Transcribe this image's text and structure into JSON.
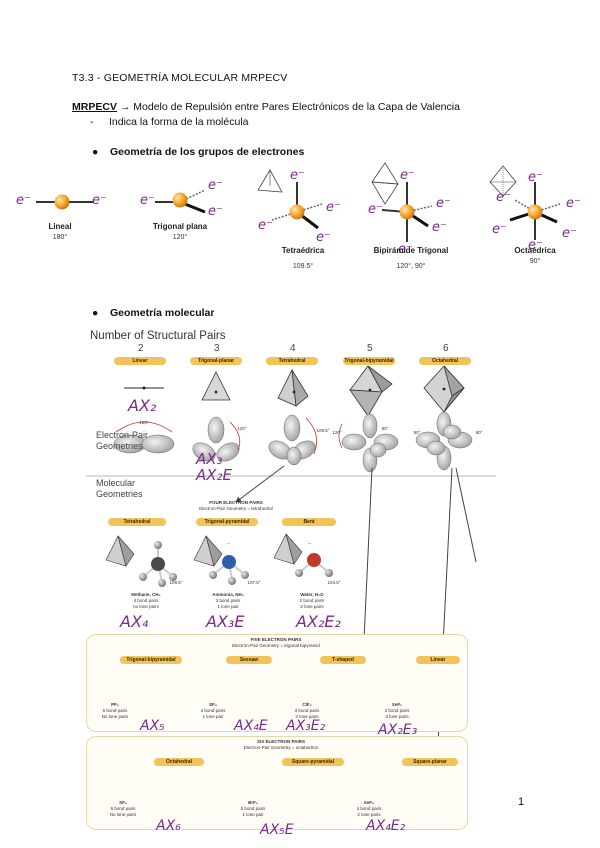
{
  "header": {
    "title": "T3.3 - GEOMETRÍA MOLECULAR MRPECV",
    "acronym": "MRPECV",
    "definition": "→ Modelo de Repulsión entre Pares Electrónicos de la Capa de Valencia",
    "dash_item": "Indica la forma de la molécula"
  },
  "section1": {
    "heading": "Geometría de los grupos de electrones",
    "electron_label": "e⁻",
    "geometries": [
      {
        "name": "Lineal",
        "angle": "180°"
      },
      {
        "name": "Trigonal plana",
        "angle": "120°"
      },
      {
        "name": "Tetraédrica",
        "angle": "109.5°"
      },
      {
        "name": "Bipirámide Trigonal",
        "angle": "120°, 90°"
      },
      {
        "name": "Octaédrica",
        "angle": "90°"
      }
    ]
  },
  "section2": {
    "heading": "Geometría molecular"
  },
  "figure": {
    "title": "Number of Structural Pairs",
    "pair_numbers": [
      "2",
      "3",
      "4",
      "5",
      "6"
    ],
    "pair_tags": [
      "Linear",
      "Trigonal-planar",
      "Tetrahedral",
      "Trigonal-bipyramidal",
      "Octahedral"
    ],
    "row_label_1": "Electron-Pair Geometries",
    "row_label_2": "Molecular Geometries",
    "angles_top": [
      "180°",
      "120°",
      "109.5°",
      "120°",
      "90°",
      "90°",
      "90°"
    ],
    "four_pairs": {
      "title": "FOUR ELECTRON PAIRS",
      "subtitle": "Electron-Pair Geometry = tetrahedral",
      "items": [
        {
          "tag": "Tetrahedral",
          "formula": "Methane, CH₄",
          "line1": "4 bond pairs",
          "line2": "no lone pairs",
          "angle": "109.5°"
        },
        {
          "tag": "Trigonal-pyramidal",
          "formula": "Ammonia, NH₃",
          "line1": "3 bond pairs",
          "line2": "1 lone pair",
          "angle": "107.5°"
        },
        {
          "tag": "Bent",
          "formula": "Water, H₂O",
          "line1": "2 bond pairs",
          "line2": "2 lone pairs",
          "angle": "104.5°"
        }
      ]
    },
    "five_pairs": {
      "title": "FIVE ELECTRON PAIRS",
      "subtitle": "Electron-Pair Geometry = trigonal bipyramid",
      "items": [
        {
          "tag": "Trigonal-bipyramidal",
          "formula": "PF₅",
          "line1": "5 bond pairs",
          "line2": "No lone pairs"
        },
        {
          "tag": "Seesaw",
          "formula": "SF₄",
          "line1": "4 bond pairs",
          "line2": "1 lone pair"
        },
        {
          "tag": "T-shaped",
          "formula": "ClF₃",
          "line1": "3 bond pairs",
          "line2": "2 lone pairs"
        },
        {
          "tag": "Linear",
          "formula": "XeF₂",
          "line1": "2 bond pairs",
          "line2": "3 lone pairs"
        }
      ]
    },
    "six_pairs": {
      "title": "SIX ELECTRON PAIRS",
      "subtitle": "Electron-Pair Geometry = octahedron",
      "items": [
        {
          "tag": "Octahedral",
          "formula": "SF₆",
          "line1": "6 bond pairs",
          "line2": "No lone pairs"
        },
        {
          "tag": "Square-pyramidal",
          "formula": "BrF₅",
          "line1": "5 bond pairs",
          "line2": "1 lone pair"
        },
        {
          "tag": "Square-planar",
          "formula": "XeF₄",
          "line1": "4 bond pairs",
          "line2": "2 lone pairs"
        }
      ]
    }
  },
  "handwritten": {
    "ax2": "AX₂",
    "ax3": "AX₃",
    "ax2e": "AX₂E",
    "ax4": "AX₄",
    "ax3e": "AX₃E",
    "ax2e2": "AX₂E₂",
    "ax5": "AX₅",
    "ax4e": "AX₄E",
    "ax3e2": "AX₃E₂",
    "ax2e3": "AX₂E₃",
    "ax6": "AX₆",
    "ax5e": "AX₅E",
    "ax4e2": "AX₄E₂"
  },
  "page_number": "1"
}
